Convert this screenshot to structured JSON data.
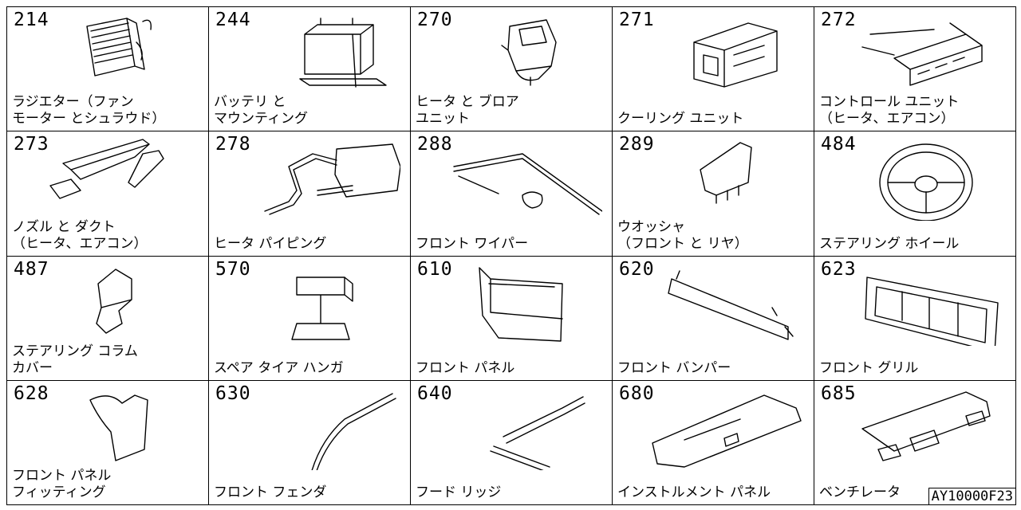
{
  "parts": [
    {
      "code": "214",
      "label": [
        "ラジエター（ファン",
        "モーター とシュラウド）"
      ],
      "icon": "radiator-icon"
    },
    {
      "code": "244",
      "label": [
        "バッテリ と",
        "マウンティング"
      ],
      "icon": "battery-icon"
    },
    {
      "code": "270",
      "label": [
        "ヒータ と ブロア",
        "ユニット"
      ],
      "icon": "heater-blower-icon"
    },
    {
      "code": "271",
      "label": [
        "クーリング ユニット"
      ],
      "icon": "cooling-unit-icon"
    },
    {
      "code": "272",
      "label": [
        "コントロール ユニット",
        "（ヒータ、エアコン）"
      ],
      "icon": "control-unit-icon"
    },
    {
      "code": "273",
      "label": [
        "ノズル と ダクト",
        "（ヒータ、エアコン）"
      ],
      "icon": "nozzle-duct-icon"
    },
    {
      "code": "278",
      "label": [
        "ヒータ パイピング"
      ],
      "icon": "heater-piping-icon"
    },
    {
      "code": "288",
      "label": [
        "フロント ワイパー"
      ],
      "icon": "wiper-icon"
    },
    {
      "code": "289",
      "label": [
        "ウオッシャ",
        "（フロント と リヤ）"
      ],
      "icon": "washer-icon"
    },
    {
      "code": "484",
      "label": [
        "ステアリング ホイール"
      ],
      "icon": "steering-wheel-icon"
    },
    {
      "code": "487",
      "label": [
        "ステアリング コラム",
        "カバー"
      ],
      "icon": "column-cover-icon"
    },
    {
      "code": "570",
      "label": [
        "スペア タイア ハンガ"
      ],
      "icon": "tire-hanger-icon"
    },
    {
      "code": "610",
      "label": [
        "フロント パネル"
      ],
      "icon": "front-panel-icon"
    },
    {
      "code": "620",
      "label": [
        "フロント バンパー"
      ],
      "icon": "bumper-icon"
    },
    {
      "code": "623",
      "label": [
        "フロント グリル"
      ],
      "icon": "grille-icon"
    },
    {
      "code": "628",
      "label": [
        "フロント パネル",
        "フィッティング"
      ],
      "icon": "panel-fitting-icon"
    },
    {
      "code": "630",
      "label": [
        "フロント フェンダ"
      ],
      "icon": "fender-icon"
    },
    {
      "code": "640",
      "label": [
        "フード リッジ"
      ],
      "icon": "hood-ledge-icon"
    },
    {
      "code": "680",
      "label": [
        "インストルメント パネル"
      ],
      "icon": "instrument-panel-icon"
    },
    {
      "code": "685",
      "label": [
        "ベンチレータ"
      ],
      "icon": "ventilator-icon"
    }
  ],
  "reference_code": "AY10000F23"
}
